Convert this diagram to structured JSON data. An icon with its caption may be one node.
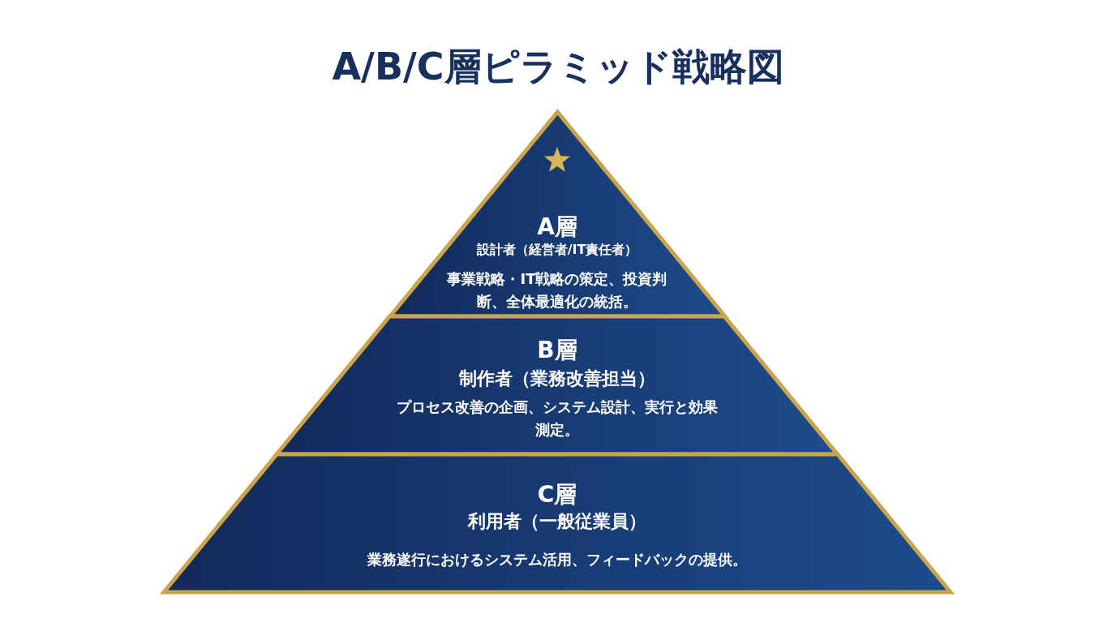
{
  "diagram": {
    "title": "A/B/C層ピラミッド戦略図",
    "nodes": [
      {
        "text": [
          "A層",
          "設計者（経営者/IT責任者）",
          "事業戦略・IT戦略の策定、投資判断、全体最適化の統括。"
        ]
      },
      {
        "text": [
          "B層",
          "制作者（業務改善担当）",
          "プロセス改善の企画、システム設計、実行と効果測定。"
        ]
      },
      {
        "text": [
          "C層",
          "利用者（一般従業員）",
          "業務遂行におけるシステム活用、フィードバックの提供。"
        ]
      }
    ]
  }
}
